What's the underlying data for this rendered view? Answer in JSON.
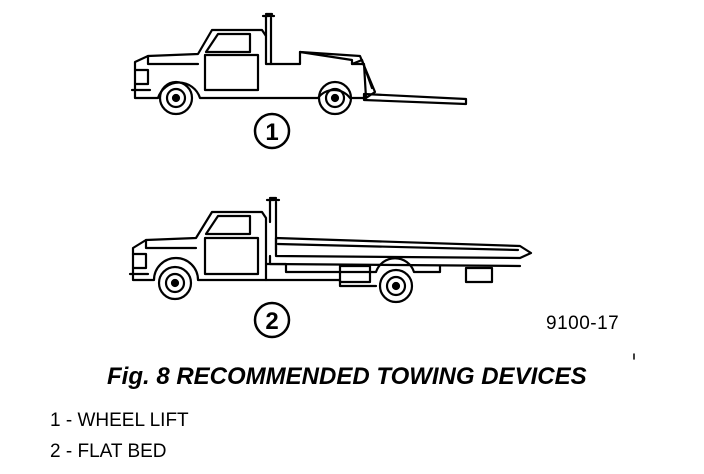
{
  "callouts": [
    {
      "number": "1"
    },
    {
      "number": "2"
    }
  ],
  "figure_id": "9100-17",
  "caption": "Fig. 8 RECOMMENDED TOWING DEVICES",
  "legend": [
    {
      "num": "1",
      "text": "WHEEL LIFT"
    },
    {
      "num": "2",
      "text": "FLAT BED"
    }
  ]
}
